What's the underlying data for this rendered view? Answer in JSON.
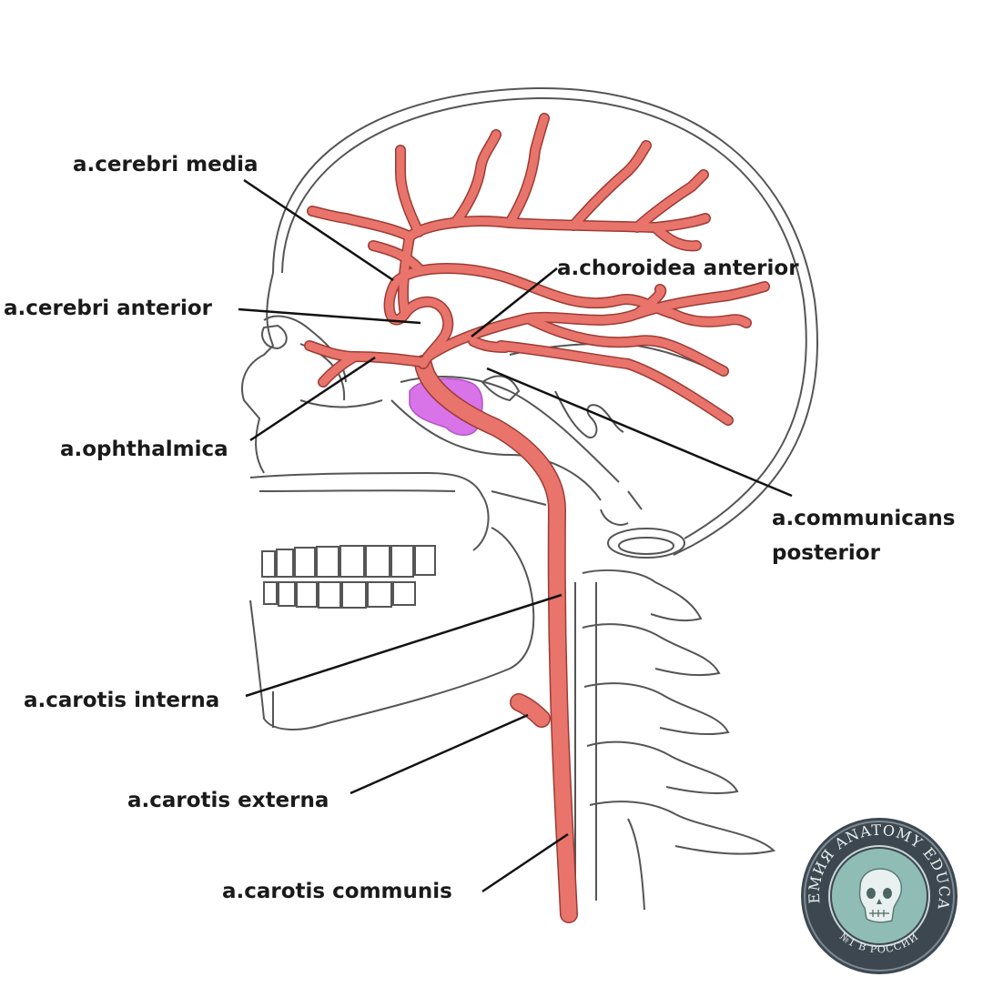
{
  "labels": {
    "cerebri_media": "a.cerebri media",
    "choroidea_anterior": "a.choroidea anterior",
    "cerebri_anterior": "a.cerebri anterior",
    "ophthalmica": "a.ophthalmica",
    "communicans_line1": "a.communicans",
    "communicans_line2": "posterior",
    "carotis_interna": "a.carotis interna",
    "carotis_externa": "a.carotis externa",
    "carotis_communis": "a.carotis communis"
  },
  "seal": {
    "text": "АКАДЕМИЯ ANATOMY EDUCATION",
    "subtext": "№1 В РОССИИ"
  },
  "colors": {
    "artery": "#e8746b",
    "artery_outline": "#9c3b34",
    "pituitary": "#d873e8",
    "outline": "#555555",
    "seal_dark": "#3d4750",
    "seal_teal": "#8fbdb5"
  }
}
